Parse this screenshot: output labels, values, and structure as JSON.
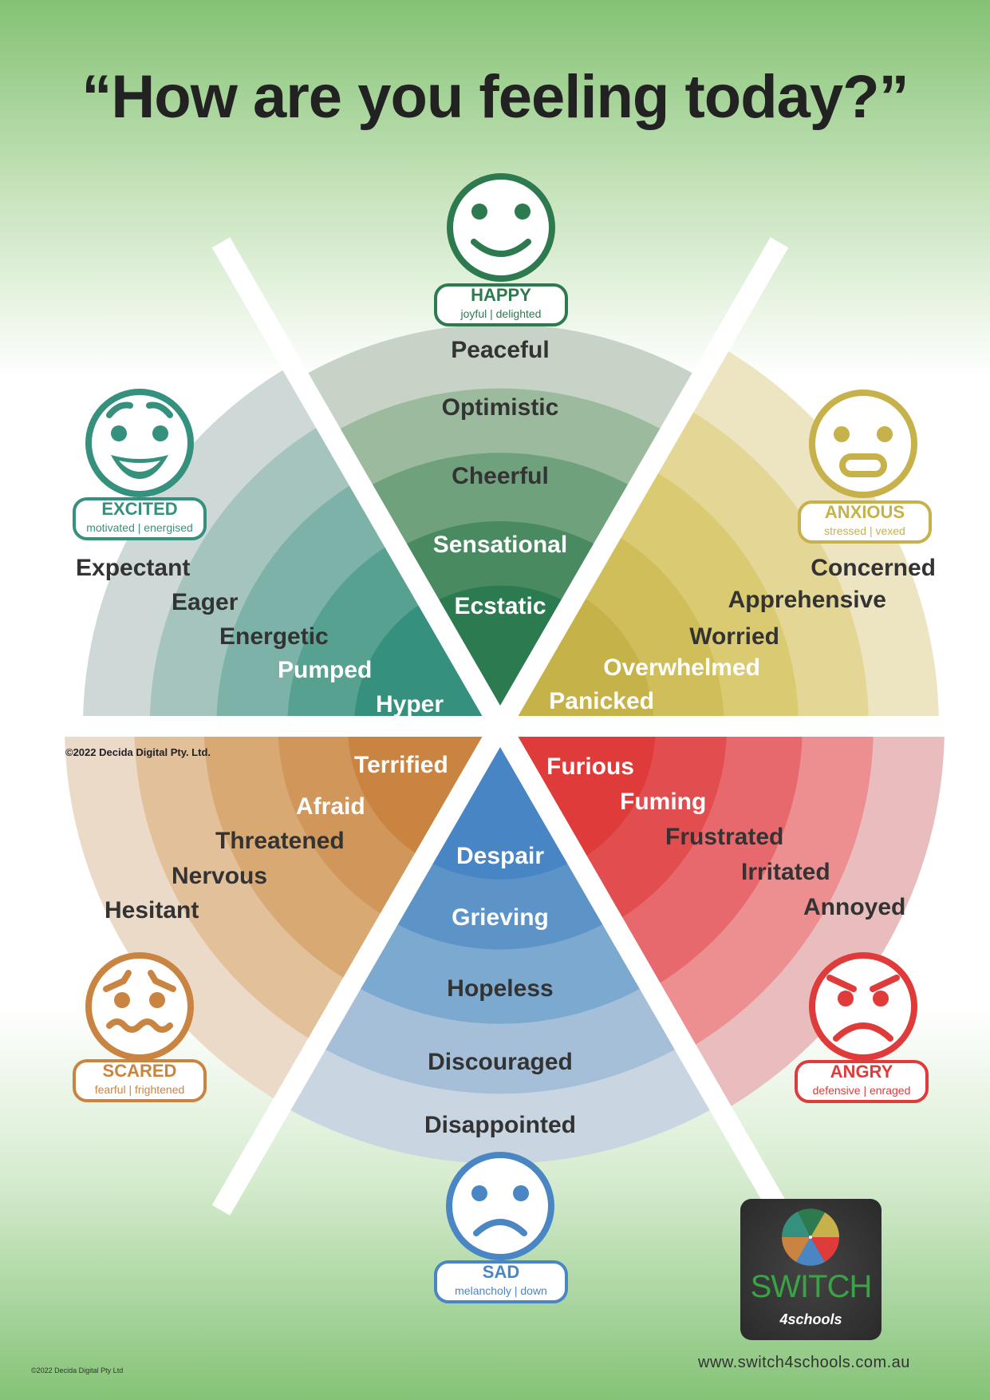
{
  "title": "“How are you feeling today?”",
  "copyright_main": "©2022 Decida Digital Pty. Ltd.",
  "copyright_footer": "©2022 Decida Digital Pty Ltd",
  "website": "www.switch4schools.com.au",
  "logo": {
    "brand": "SWITCH",
    "sub": "4schools"
  },
  "emotions": [
    {
      "key": "happy",
      "name": "HAPPY",
      "subtitle": "joyful | delighted",
      "color": "#2e7a4f",
      "bands": [
        "#c7d3c6",
        "#9cbb9e",
        "#70a17d",
        "#4a8a60",
        "#2c7a4f"
      ],
      "words": [
        "Peaceful",
        "Optimistic",
        "Cheerful",
        "Sensational",
        "Ecstatic"
      ]
    },
    {
      "key": "anxious",
      "name": "ANXIOUS",
      "subtitle": "stressed | vexed",
      "color": "#c6b14a",
      "bands": [
        "#ede4c2",
        "#e4d796",
        "#dacb72",
        "#cfbe5a",
        "#c5b249"
      ],
      "words": [
        "Concerned",
        "Apprehensive",
        "Worried",
        "Overwhelmed",
        "Panicked"
      ]
    },
    {
      "key": "angry",
      "name": "ANGRY",
      "subtitle": "defensive | enraged",
      "color": "#df3b3a",
      "bands": [
        "#e9bcbd",
        "#ed8f91",
        "#e8696d",
        "#e24e50",
        "#df3b3a"
      ],
      "words": [
        "Annoyed",
        "Irritated",
        "Frustrated",
        "Fuming",
        "Furious"
      ]
    },
    {
      "key": "sad",
      "name": "SAD",
      "subtitle": "melancholy | down",
      "color": "#4a86c4",
      "bands": [
        "#c9d6e2",
        "#a5bfd8",
        "#7ba9cf",
        "#5d94c7",
        "#4785c4"
      ],
      "words": [
        "Disappointed",
        "Discouraged",
        "Hopeless",
        "Grieving",
        "Despair"
      ]
    },
    {
      "key": "scared",
      "name": "SCARED",
      "subtitle": "fearful | frightened",
      "color": "#c98442",
      "bands": [
        "#ecdac8",
        "#e2c09a",
        "#d9a974",
        "#d19659",
        "#c98442"
      ],
      "words": [
        "Hesitant",
        "Nervous",
        "Threatened",
        "Afraid",
        "Terrified"
      ]
    },
    {
      "key": "excited",
      "name": "EXCITED",
      "subtitle": "motivated | energised",
      "color": "#35917e",
      "bands": [
        "#cdd8d7",
        "#a4c4bd",
        "#7cb2a7",
        "#56a190",
        "#35917e"
      ],
      "words": [
        "Expectant",
        "Eager",
        "Energetic",
        "Pumped",
        "Hyper"
      ]
    }
  ]
}
